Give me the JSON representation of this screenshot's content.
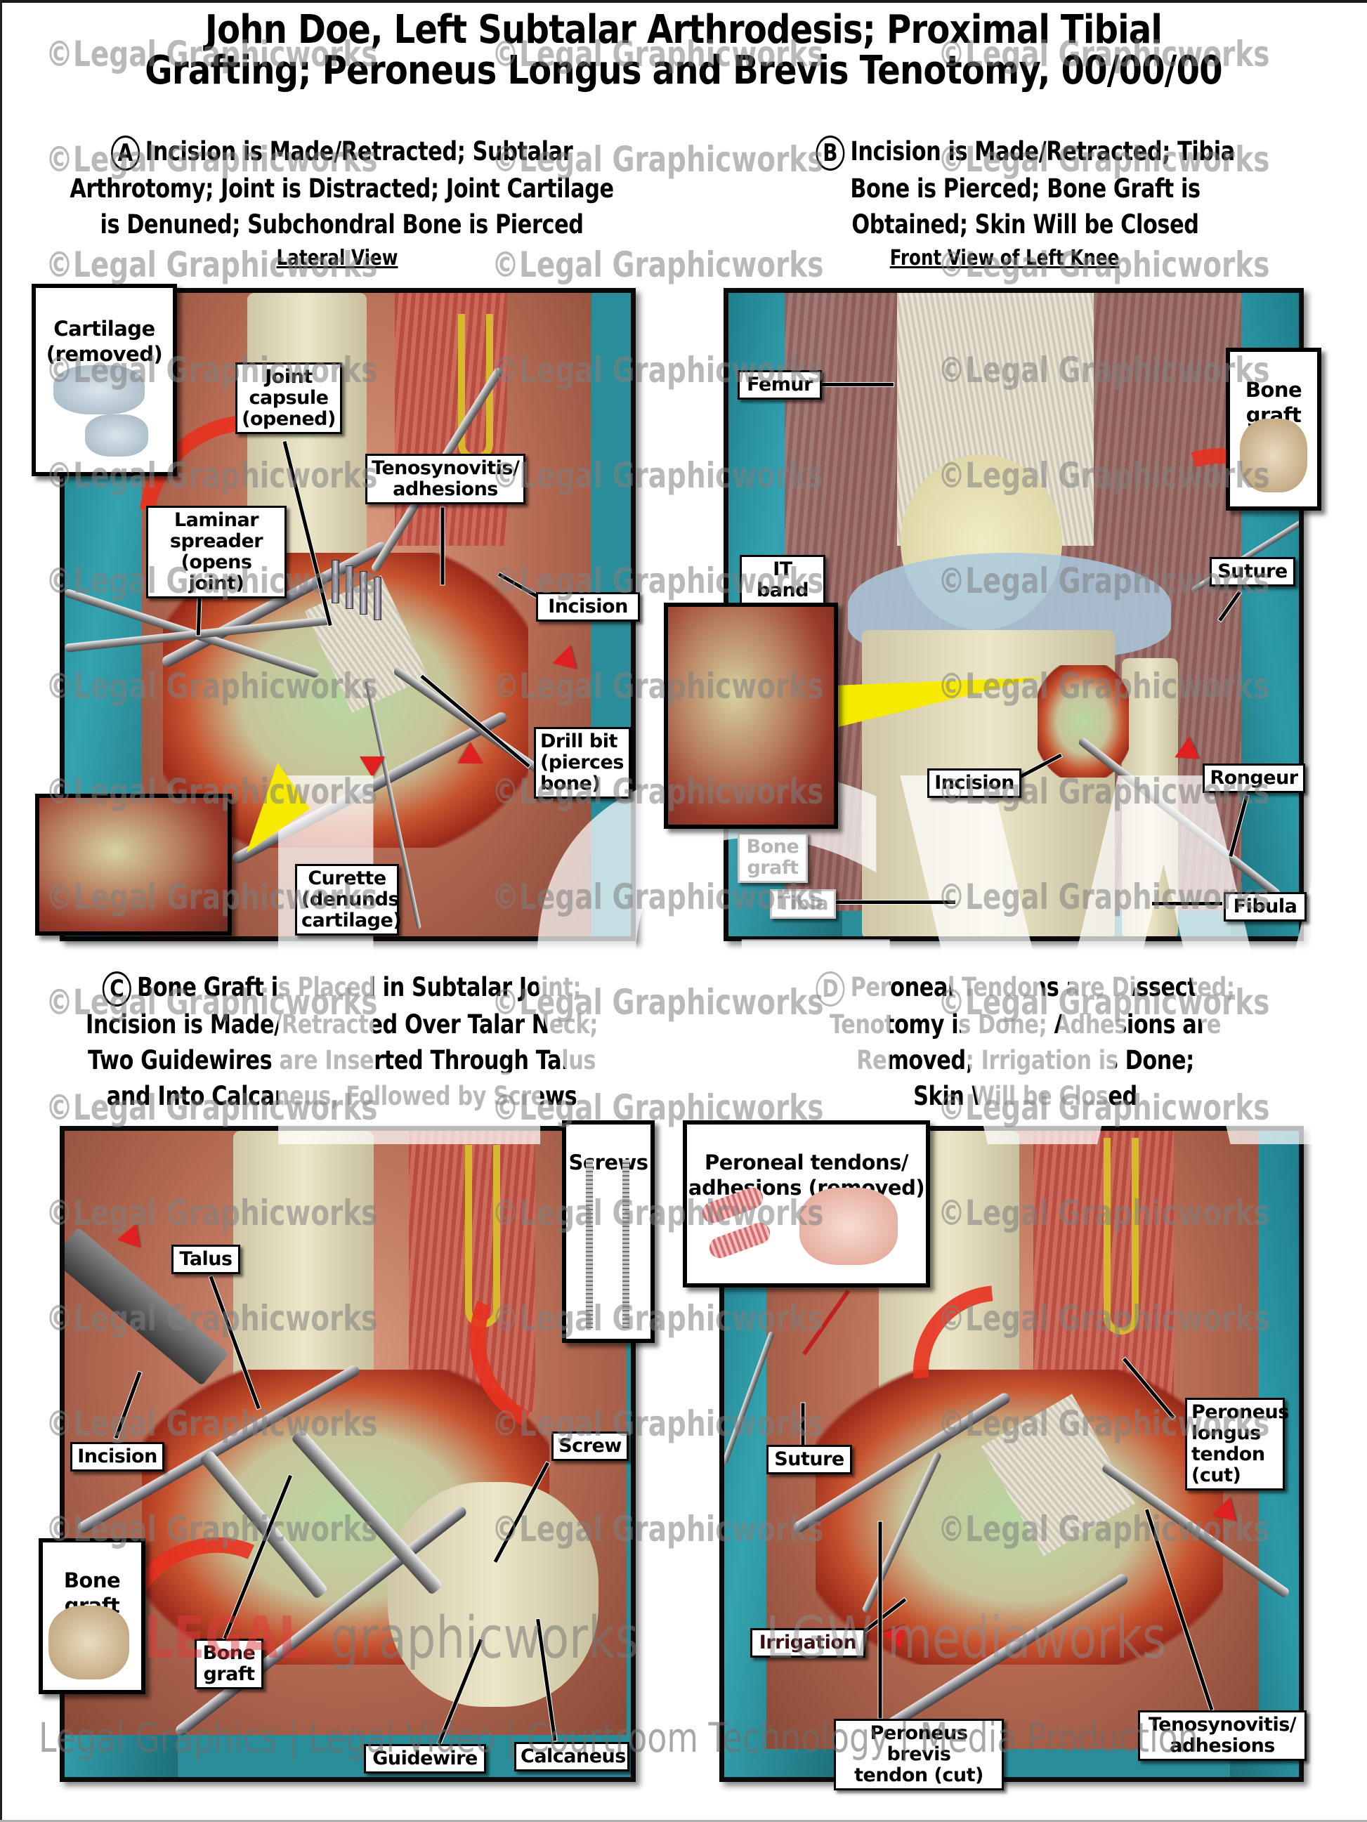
{
  "title": {
    "line1": "John Doe, Left Subtalar Arthrodesis; Proximal Tibial",
    "line2": "Grafting; Peroneus Longus and Brevis Tenotomy, 00/00/00"
  },
  "watermark": {
    "text": "©Legal Graphicworks",
    "footer": "Legal Graphics | Legal Video | Courtroom Technology | Media Production",
    "brand_left": "LEGAL",
    "brand_mid": "graphicworks",
    "brand_right": "LGW mediaworks",
    "logo": "LGW"
  },
  "colors": {
    "drape_teal": "#2a8e9a",
    "arrow_red": "#e02020",
    "nerve_yellow": "#d8b82c",
    "zoom_wedge_yellow": "#f5ea00",
    "callout_border": "#000000"
  },
  "panels": [
    {
      "id": "A",
      "letter": "A",
      "heading": [
        "Incision is Made/Retracted; Subtalar",
        "Arthrotomy; Joint is Distracted; Joint Cartilage",
        "is Denuned; Subchondral Bone is Pierced"
      ],
      "view": "Lateral View",
      "inset": {
        "title": "Cartilage\n(removed)",
        "icon": "cartilage-fragments"
      },
      "labels": [
        "Joint\ncapsule\n(opened)",
        "Tenosynovitis/\nadhesions",
        "Laminar\nspreader\n(opens joint)",
        "Incision",
        "Drill bit\n(pierces\nbone)",
        "Curette\n(denunds\ncartilage)"
      ]
    },
    {
      "id": "B",
      "letter": "B",
      "heading": [
        "Incision is Made/Retracted; Tibia",
        "Bone is Pierced; Bone Graft is",
        "Obtained; Skin Will be Closed"
      ],
      "view": "Front View of Left Knee",
      "inset": {
        "title": "Bone\ngraft",
        "icon": "bone-graft-chips"
      },
      "labels": [
        "Femur",
        "IT band",
        "Suture",
        "Incision",
        "Rongeur",
        "Bone\ngraft",
        "Tibia",
        "Fibula"
      ]
    },
    {
      "id": "C",
      "letter": "C",
      "heading": [
        "Bone Graft is Placed in Subtalar Joint;",
        "Incision is Made/Retracted Over Talar Neck;",
        "Two Guidewires are Inserted Through Talus",
        "and Into Calcaneus, Followed by Screws"
      ],
      "inset_screws": {
        "title": "Screws",
        "icon": "screws"
      },
      "inset": {
        "title": "Bone\ngraft",
        "icon": "bone-graft-chips"
      },
      "labels": [
        "Talus",
        "Incision",
        "Screw",
        "Bone\ngraft",
        "Guidewire",
        "Calcaneus"
      ]
    },
    {
      "id": "D",
      "letter": "D",
      "heading": [
        "Peroneal Tendons are Dissected;",
        "Tenotomy is Done; Adhesions are",
        "Removed; Irrigation is Done;",
        "Skin Will be Closed"
      ],
      "inset": {
        "title": "Peroneal tendons/\nadhesions (removed)",
        "icon": "tendon-segments-and-adhesions"
      },
      "labels": [
        "Suture",
        "Peroneus\nlongus\ntendon\n(cut)",
        "Irrigation",
        "Peroneus brevis\ntendon (cut)",
        "Tenosynovitis/\nadhesions"
      ]
    }
  ]
}
